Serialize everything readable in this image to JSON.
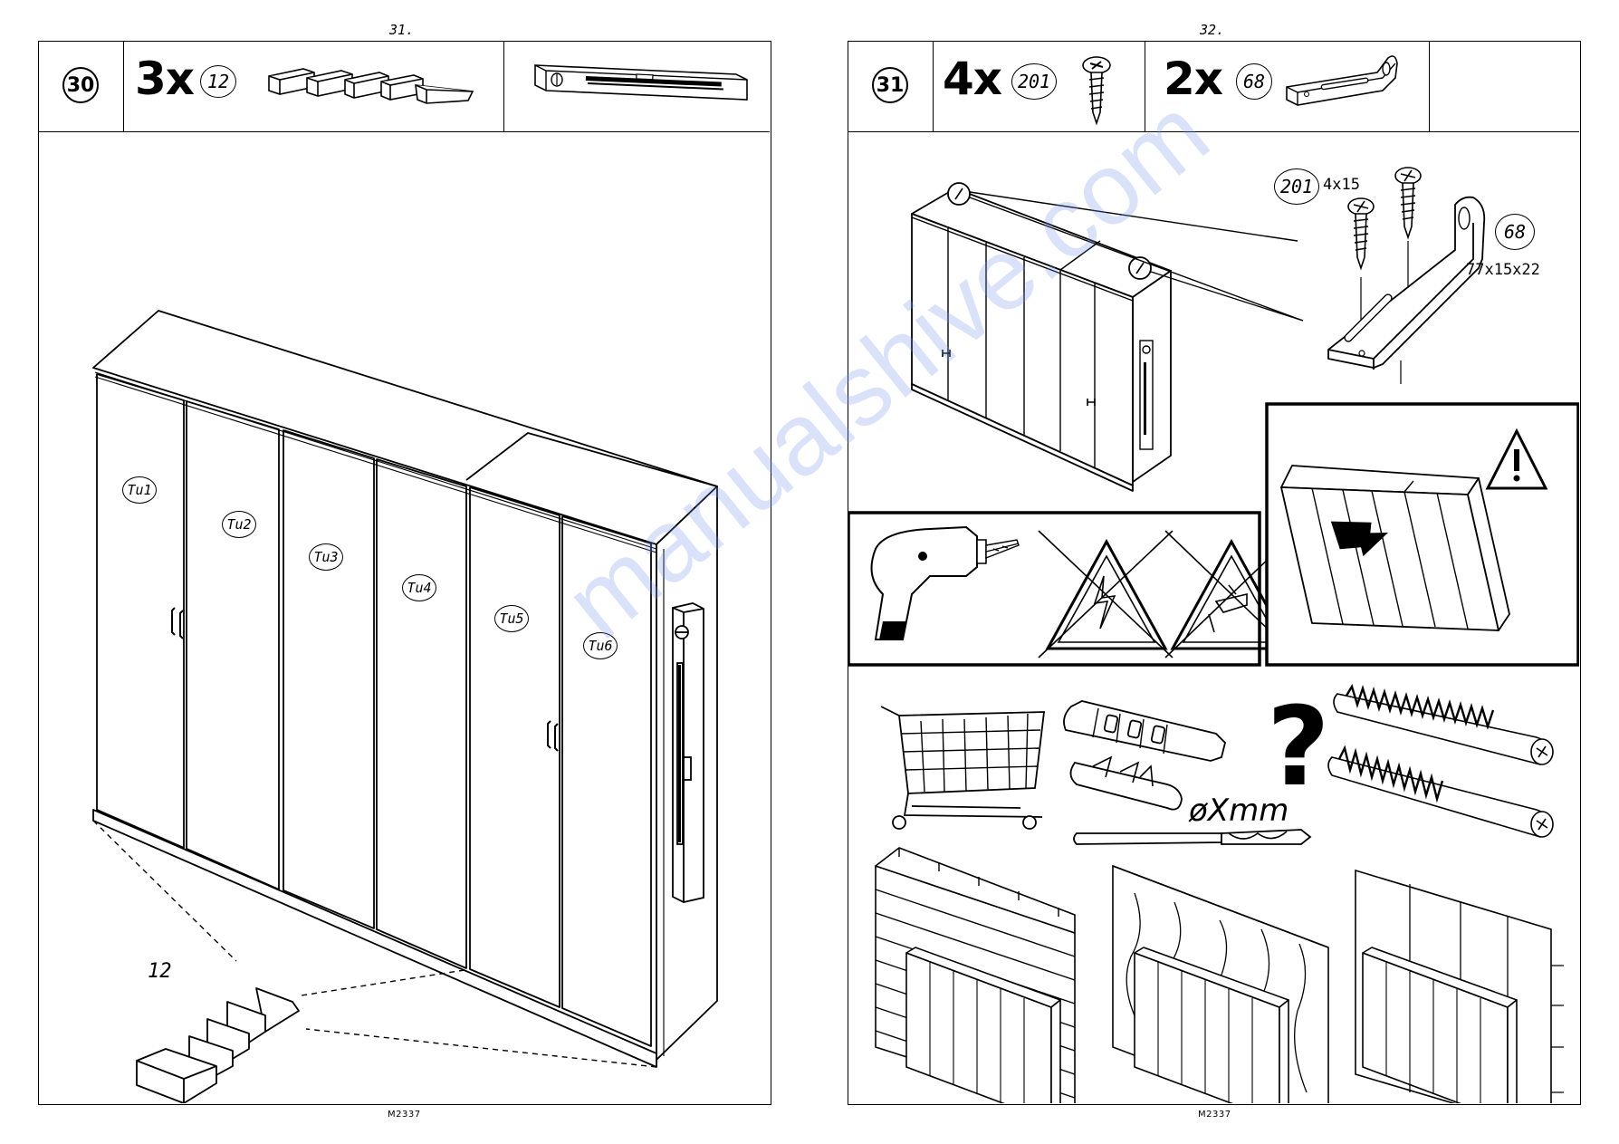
{
  "pages": [
    {
      "page_number": "31.",
      "footer": "M2337",
      "step": "30",
      "parts": [
        {
          "qty": "3x",
          "part_no": "12"
        }
      ],
      "door_labels": [
        "Tu1",
        "Tu2",
        "Tu3",
        "Tu4",
        "Tu5",
        "Tu6"
      ],
      "wedge_label": "12"
    },
    {
      "page_number": "32.",
      "footer": "M2337",
      "step": "31",
      "parts": [
        {
          "qty": "4x",
          "part_no": "201"
        },
        {
          "qty": "2x",
          "part_no": "68"
        }
      ],
      "detail": {
        "screw_no": "201",
        "screw_size": "4x15",
        "bracket_no": "68",
        "bracket_size": "77x15x22"
      },
      "drill_label": "øXmm",
      "question_mark": "?"
    }
  ],
  "watermark": "manualshive.com",
  "icons": [
    "spirit-level-icon",
    "wedge-icon",
    "screw-icon",
    "bracket-icon",
    "drill-icon",
    "warning-icon",
    "shopping-cart-icon",
    "wall-plug-icon",
    "drill-bit-icon"
  ]
}
